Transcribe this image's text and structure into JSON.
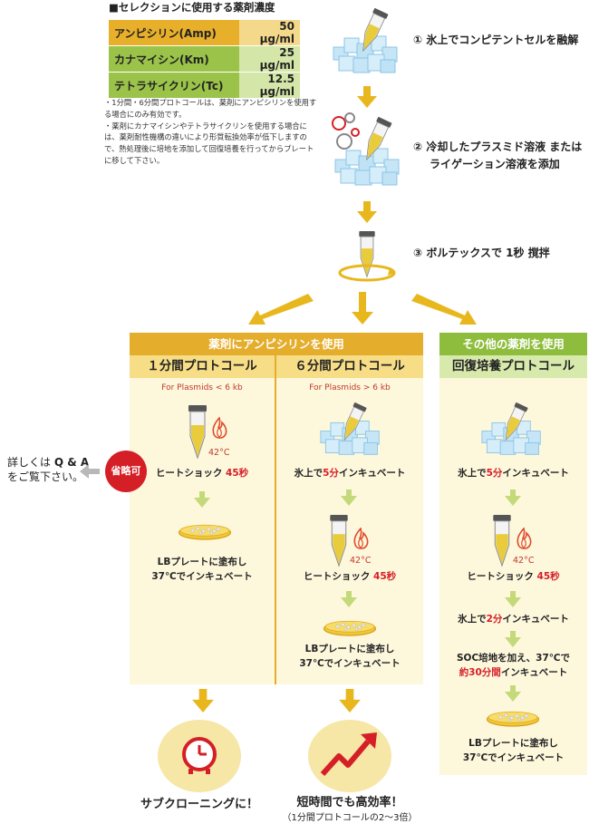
{
  "selection": {
    "title": "■セレクションに使用する薬剤濃度",
    "rows": [
      {
        "name": "アンピシリン(Amp)",
        "value": "50 µg/ml",
        "name_bg": "#e8b02a",
        "value_bg": "#f4d98a"
      },
      {
        "name": "カナマイシン(Km)",
        "value": "25 µg/ml",
        "name_bg": "#9bc34a",
        "value_bg": "#d4e6a8"
      },
      {
        "name": "テトラサイクリン(Tc)",
        "value": "12.5 µg/ml",
        "name_bg": "#9bc34a",
        "value_bg": "#d4e6a8"
      }
    ],
    "notes": [
      "・1分間・6分間プロトコールは、薬剤にアンピシリンを使用する場合にのみ有効です。",
      "・薬剤にカナマイシンやテトラサイクリンを使用する場合には、薬剤耐性機構の違いにより形質転換効率が低下しますので、熱処理後に培地を添加して回復培養を行ってからプレートに移して下さい。"
    ]
  },
  "steps": [
    {
      "num": "①",
      "text": "氷上でコンピテントセルを融解"
    },
    {
      "num": "②",
      "text_line1": "冷却したプラスミド溶液 または",
      "text_line2": "ライゲーション溶液を添加"
    },
    {
      "num": "③",
      "text": "ボルテックスで 1秒 撹拌"
    }
  ],
  "ampicillin_group": {
    "header": "薬剤にアンピシリンを使用",
    "one_min": {
      "title": "１分間プロトコール",
      "plasmid": "For Plasmids < 6 kb",
      "temp": "42°C",
      "heat_shock_prefix": "ヒートショック ",
      "heat_shock_time": "45秒",
      "plate_line1": "LBプレートに塗布し",
      "plate_line2": "37℃でインキュベート"
    },
    "six_min": {
      "title": "６分間プロトコール",
      "plasmid": "For Plasmids > 6 kb",
      "ice_prefix": "氷上で",
      "ice_time": "5分",
      "ice_suffix": "インキュベート",
      "temp": "42°C",
      "heat_shock_prefix": "ヒートショック ",
      "heat_shock_time": "45秒",
      "plate_line1": "LBプレートに塗布し",
      "plate_line2": "37℃でインキュベート"
    }
  },
  "other_group": {
    "header": "その他の薬剤を使用",
    "title": "回復培養プロトコール",
    "ice_prefix": "氷上で",
    "ice_time": "5分",
    "ice_suffix": "インキュベート",
    "temp": "42°C",
    "heat_shock_prefix": "ヒートショック ",
    "heat_shock_time": "45秒",
    "ice2_prefix": "氷上で",
    "ice2_time": "2分",
    "ice2_suffix": "インキュベート",
    "soc_line1": "SOC培地を加え、37℃で",
    "soc_time": "約30分間",
    "soc_suffix": "インキュベート",
    "plate_line1": "LBプレートに塗布し",
    "plate_line2": "37℃でインキュベート"
  },
  "side_note": {
    "line1_prefix": "詳しくは ",
    "line1_bold": "Q & A",
    "line2": "をご覧下さい。",
    "badge": "省略可"
  },
  "outcomes": {
    "left": "サブクローニングに！",
    "right": "短時間でも高効率！",
    "right_sub": "（1分間プロトコールの2～3倍）"
  },
  "colors": {
    "arrow": "#e8b71e",
    "amp_header": "#e5ad2c",
    "amp_sub": "#f6dd86",
    "other_header": "#8ebd3e",
    "other_sub": "#d8e9ac",
    "panel_bg": "#fdf6d8",
    "red": "#d51f26"
  }
}
